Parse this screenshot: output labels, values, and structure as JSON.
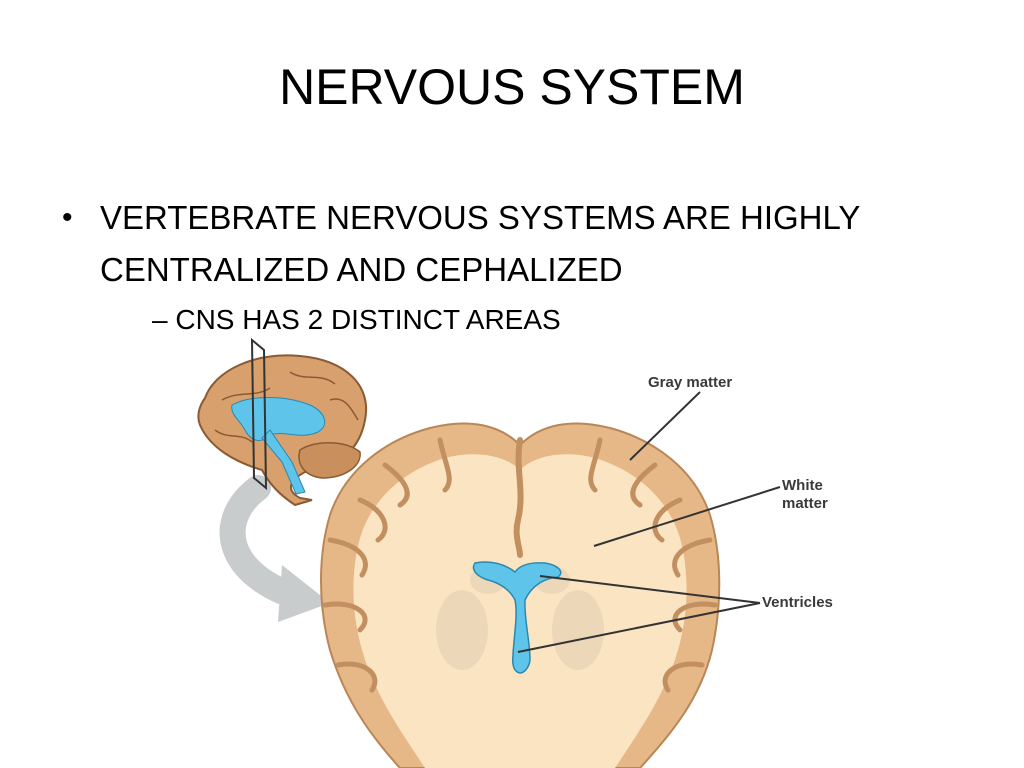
{
  "slide": {
    "title": "NERVOUS SYSTEM",
    "bullets": [
      {
        "text": "VERTEBRATE NERVOUS SYSTEMS ARE HIGHLY CENTRALIZED AND CEPHALIZED",
        "sub": "– CNS HAS 2 DISTINCT AREAS"
      }
    ]
  },
  "diagram": {
    "labels": {
      "gray_matter": "Gray matter",
      "white_matter": "White matter",
      "ventricles": "Ventricles"
    },
    "colors": {
      "gray_matter": "#e7b887",
      "white_matter": "#fae4c2",
      "ventricles": "#5ec4ea",
      "brain_side": "#d7a06c",
      "arrow": "#c9cccd"
    }
  }
}
